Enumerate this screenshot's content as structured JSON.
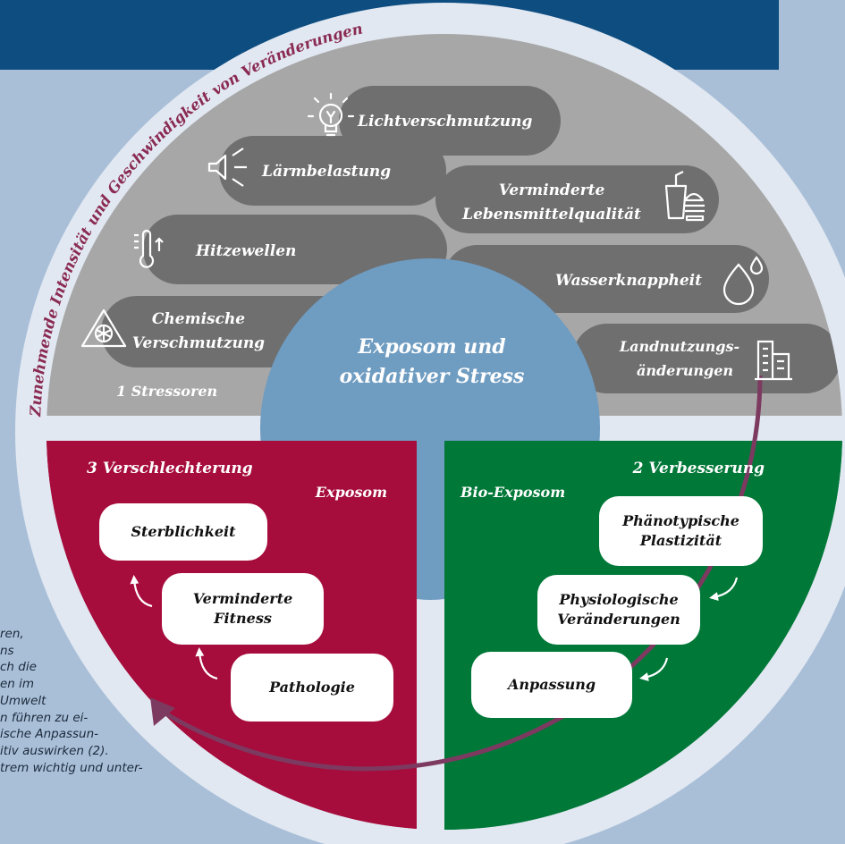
{
  "ring_label": "Zunehmende Intensität und Geschwindigkeit von Veränderungen",
  "center": {
    "line1": "Exposom und",
    "line2": "oxidativer Stress"
  },
  "stressors": {
    "title": "1  Stressoren",
    "items": [
      {
        "label": "Lichtverschmutzung",
        "icon": "lightbulb-icon"
      },
      {
        "label": "Lärmbelastung",
        "icon": "loudspeaker-icon"
      },
      {
        "label1": "Verminderte",
        "label2": "Lebensmittelqualität",
        "icon": "fast-food-icon"
      },
      {
        "label": "Hitzewellen",
        "icon": "thermometer-icon"
      },
      {
        "label": "Wasserknappheit",
        "icon": "water-drops-icon"
      },
      {
        "label1": "Chemische",
        "label2": "Verschmutzung",
        "icon": "hazard-icon"
      },
      {
        "label1": "Landnutzungs-",
        "label2": "änderungen",
        "icon": "buildings-icon"
      }
    ]
  },
  "worsening": {
    "title": "3 Verschlechterung",
    "subtitle": "Exposom",
    "items": [
      "Sterblichkeit",
      "Verminderte\nFitness",
      "Pathologie"
    ]
  },
  "improvement": {
    "title": "2 Verbesserung",
    "subtitle": "Bio-Exposom",
    "items": [
      "Phänotypische\nPlastizität",
      "Physiologische\nVeränderungen",
      "Anpassung"
    ]
  },
  "side_text": [
    "ren,",
    "ns",
    "ch die",
    "en im",
    "Umwelt",
    "n führen zu ei-",
    "ische Anpassun-",
    "itiv auswirken (2).",
    "trem wichtig und unter-"
  ],
  "colors": {
    "background": "#a9bfd8",
    "header": "#0e4d80",
    "outer_ring": "#e1e8f1",
    "stressor_band": "#a7a7a7",
    "pill_dark": "#6f6f6f",
    "center": "#6f9cc1",
    "worsening": "#a60c3c",
    "improvement": "#007838",
    "arrow": "#7d3a60"
  }
}
